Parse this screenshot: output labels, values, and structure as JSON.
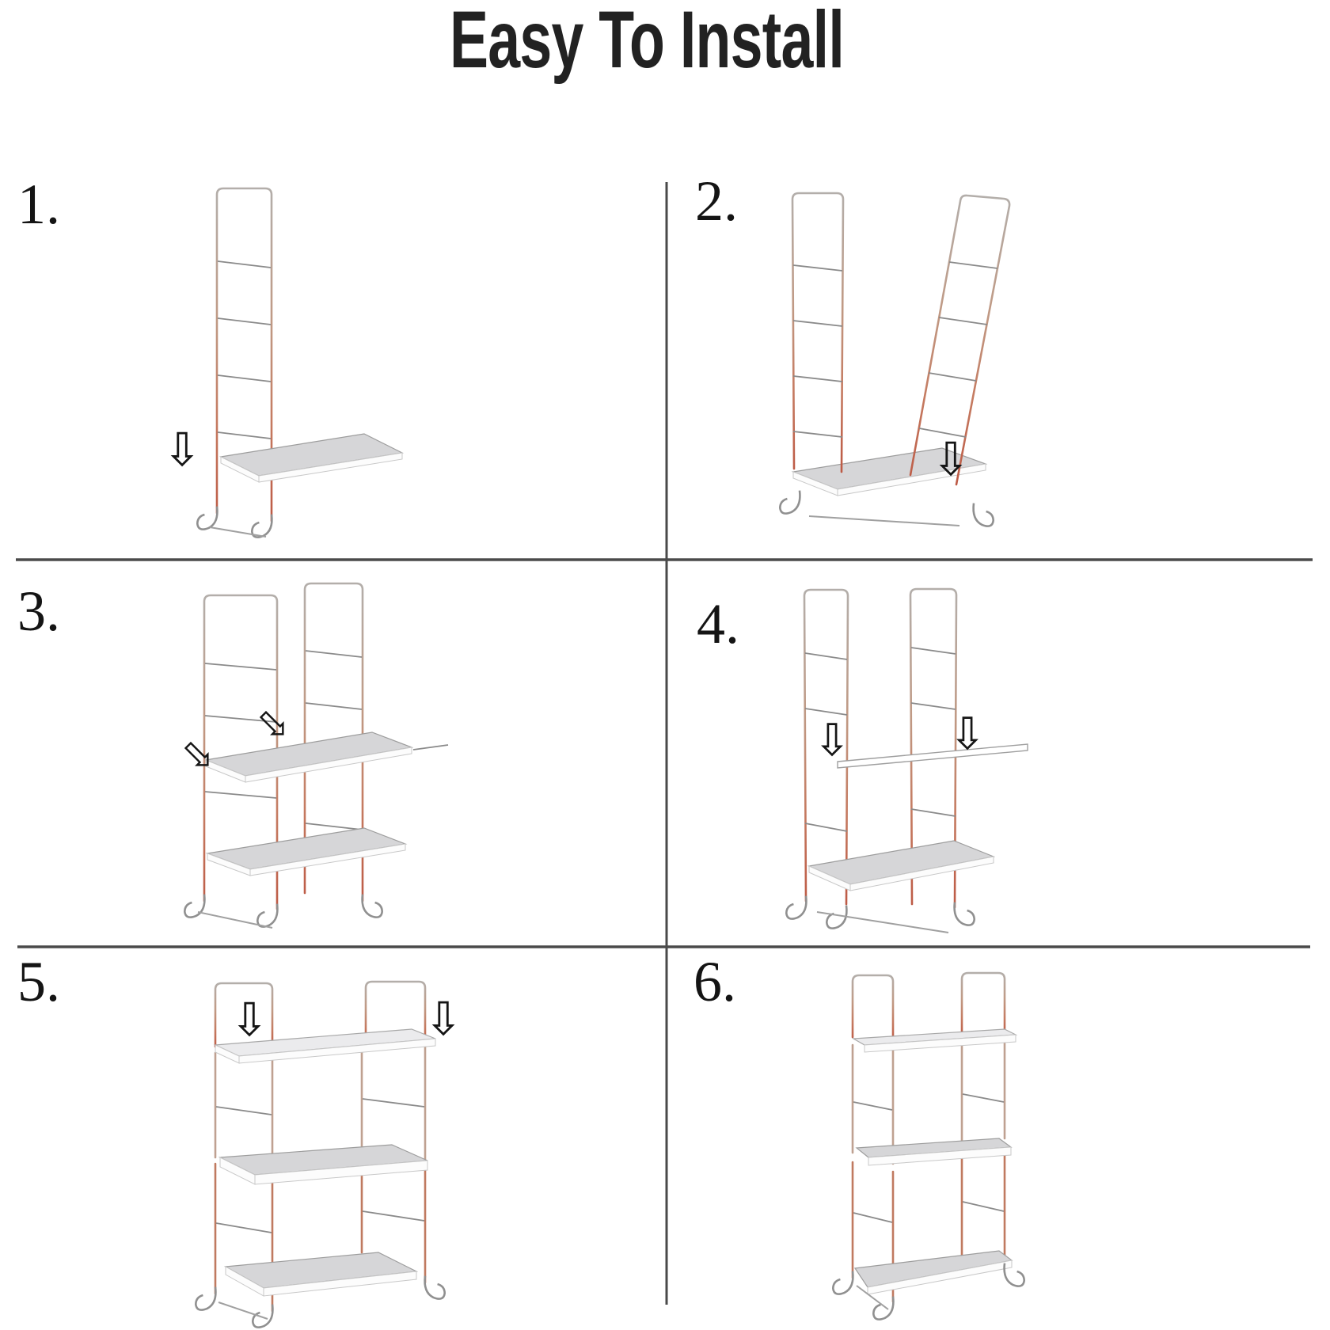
{
  "title": "Easy To Install",
  "icons": {
    "down_arrow": "⇩"
  },
  "steps": [
    {
      "label": "1."
    },
    {
      "label": "2."
    },
    {
      "label": "3."
    },
    {
      "label": "4."
    },
    {
      "label": "5."
    },
    {
      "label": "6."
    }
  ],
  "colors": {
    "background": "#ffffff",
    "title_text": "#222222",
    "step_number_text": "#141414",
    "divider_gray": "#4a4a4a",
    "rail_copper": "#c07a60",
    "rail_silver": "#b3aeaa",
    "rung_gray": "#8a8a8a",
    "shelf_gray": "#d6d6d8",
    "shelf_lip_white": "#fcfcfc",
    "arrow_black": "#151515"
  }
}
